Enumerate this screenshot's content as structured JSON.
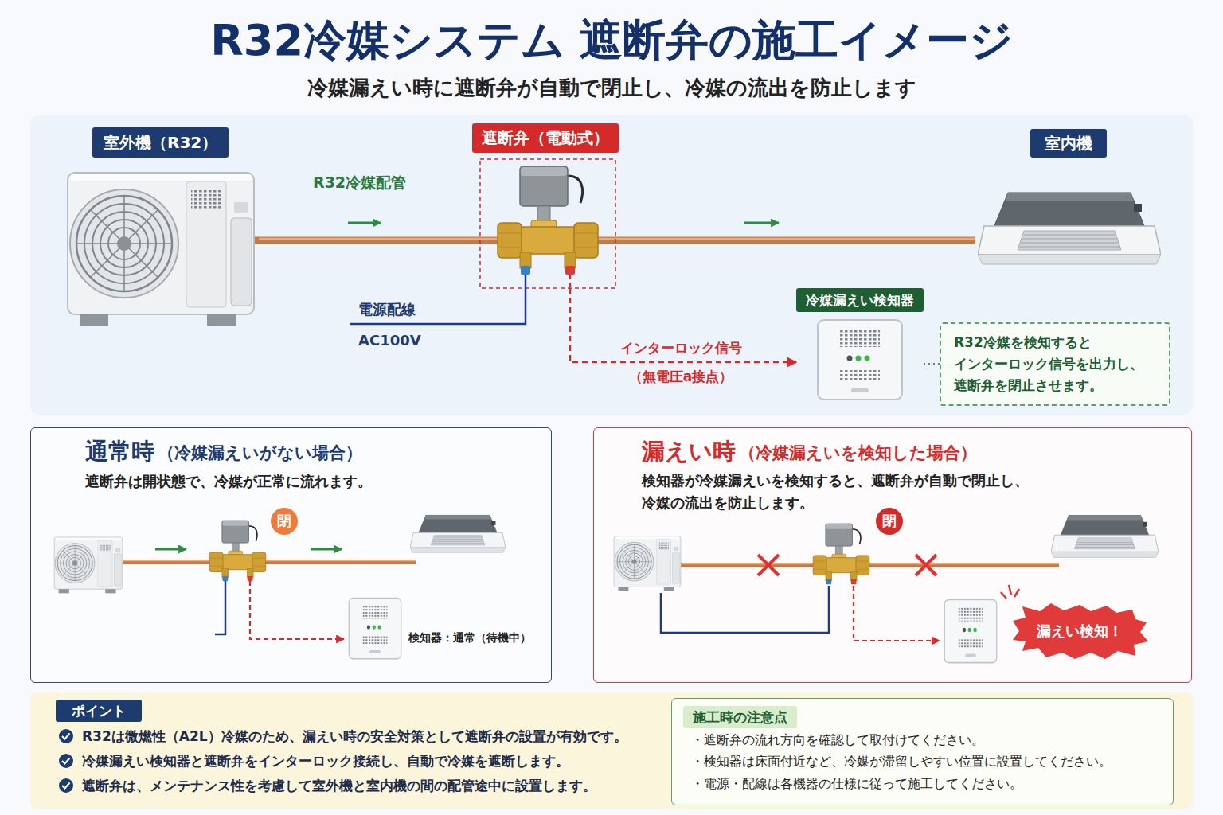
{
  "diagram": {
    "title": "R32冷媒システム 遮断弁の施工イメージ",
    "nodes": [
      {
        "text": [
          "室外機（R32）"
        ]
      },
      {
        "text": [
          "遮断弁（電動式）"
        ]
      },
      {
        "text": [
          "室内機"
        ]
      },
      {
        "text": [
          "冷媒漏えい検知器"
        ]
      },
      {
        "text": [
          "R32冷媒を検知すると インターロック信号を出力し、 遮断弁を閉止させます。"
        ]
      },
      {
        "text": [
          "通常時",
          "（冷媒漏えいがない場合）",
          "遮断弁は開状態で、冷媒が正常に流れます。"
        ]
      },
      {
        "text": [
          "閉"
        ],
        "in": 5
      },
      {
        "text": [
          "漏えい時",
          "（冷媒漏えいを検知した場合）",
          "検知器が冷媒漏えいを検知すると、遮断弁が自動で閉止し、 冷媒の流出を防止します。"
        ]
      },
      {
        "text": [
          "閉"
        ],
        "in": 7
      },
      {
        "text": [
          "漏えい検知！"
        ],
        "in": 7
      },
      {
        "text": [
          "R32は微燃性（A2L）冷媒のため、漏えい時の安全対策として遮断弁の設置が有効です。",
          "冷媒漏えい検知器と遮断弁をインターロック接続し、自動で冷媒を遮断します。",
          "遮断弁は、メンテナンス性を考慮して室外機と室内機の間の配管途中に設置します。"
        ]
      },
      {
        "text": [
          "ポイント"
        ],
        "in": 10
      },
      {
        "text": [
          "・遮断弁の流れ方向を確認して取付けてください。",
          "・検知器は床面付近など、冷媒が滞留しやすい位置に設置してください。",
          "・電源・配線は各機器の仕様に従って施工してください。"
        ],
        "in": 10
      },
      {
        "text": [
          "施工時の注意点"
        ],
        "in": 12
      }
    ],
    "edges": [
      {
        "from": 0,
        "to": 1,
        "label": "R32冷媒配管",
        "arrow": "none"
      },
      {
        "from": 1,
        "to": 2,
        "arrow": "none"
      },
      {
        "from": 1,
        "to": 3,
        "label": "インターロック信号 （無電圧a接点）",
        "arrow": "to"
      },
      {
        "from": 4,
        "to": 3,
        "arrow": "none"
      }
    ],
    "labels": [
      "冷媒漏えい時に遮断弁が自動で閉止し、冷媒の流出を防止します",
      "電源配線",
      "AC100V",
      "検知器：通常（待機中）"
    ]
  }
}
